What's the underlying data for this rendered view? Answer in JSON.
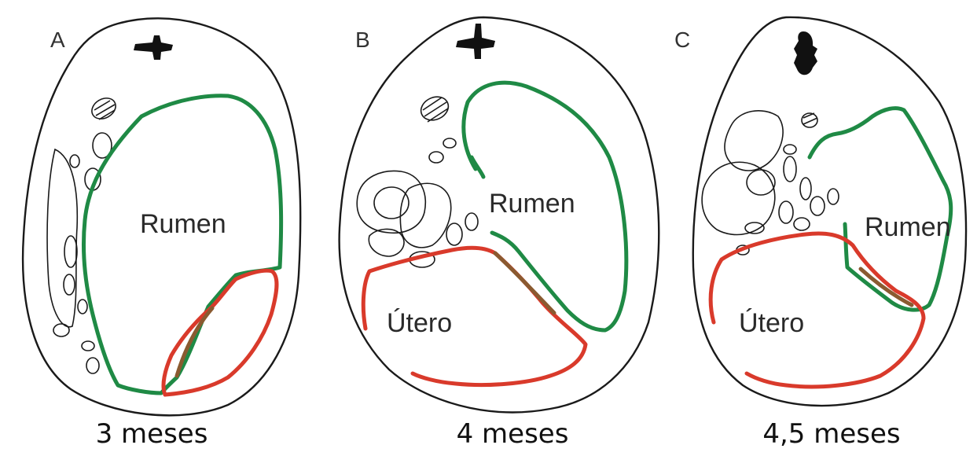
{
  "panels": [
    {
      "letter": "A",
      "organ_labels": [
        "Rumen"
      ],
      "caption": "3 meses"
    },
    {
      "letter": "B",
      "organ_labels": [
        "Rumen",
        "Útero"
      ],
      "caption": "4 meses"
    },
    {
      "letter": "C",
      "organ_labels": [
        "Rumen",
        "Útero"
      ],
      "caption": "4,5 meses"
    }
  ],
  "colors": {
    "rumen_outline": "#1f8a45",
    "utero_outline": "#d93a2b",
    "body_outline": "#1a1a1a"
  }
}
